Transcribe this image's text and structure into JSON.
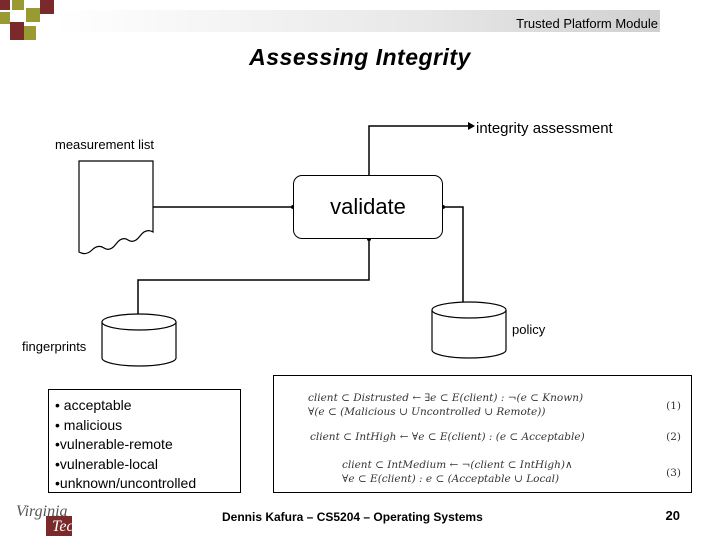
{
  "header": {
    "section_title": "Trusted Platform Module"
  },
  "slide": {
    "title": "Assessing Integrity"
  },
  "diagram": {
    "measurement_list_label": "measurement list",
    "integrity_assessment_label": "integrity assessment",
    "validate_label": "validate",
    "fingerprints_label": "fingerprints",
    "policy_label": "policy"
  },
  "categories": [
    "• acceptable",
    "• malicious",
    "•vulnerable-remote",
    "•vulnerable-local",
    "•unknown/uncontrolled"
  ],
  "formulas": [
    {
      "lines": [
        "client ⊂ Distrusted ← ∃e ⊂ E(client) : ¬(e ⊂ Known)",
        "∀(e ⊂ (Malicious ∪ Uncontrolled ∪ Remote))"
      ],
      "number": "(1)"
    },
    {
      "lines": [
        "client ⊂ IntHigh ← ∀e ⊂ E(client) : (e ⊂ Acceptable)"
      ],
      "number": "(2)"
    },
    {
      "lines": [
        "client ⊂ IntMedium ← ¬(client ⊂ IntHigh)∧",
        "∀e ⊂ E(client) : e ⊂ (Acceptable ∪ Local)"
      ],
      "number": "(3)"
    }
  ],
  "footer": {
    "author_course": "Dennis Kafura – CS5204 – Operating Systems",
    "page_number": "20"
  },
  "logo": {
    "line1": "Virginia",
    "line2": "Tech"
  },
  "colors": {
    "accent_olive": "#9a9a33",
    "accent_maroon": "#7a2a2a"
  }
}
